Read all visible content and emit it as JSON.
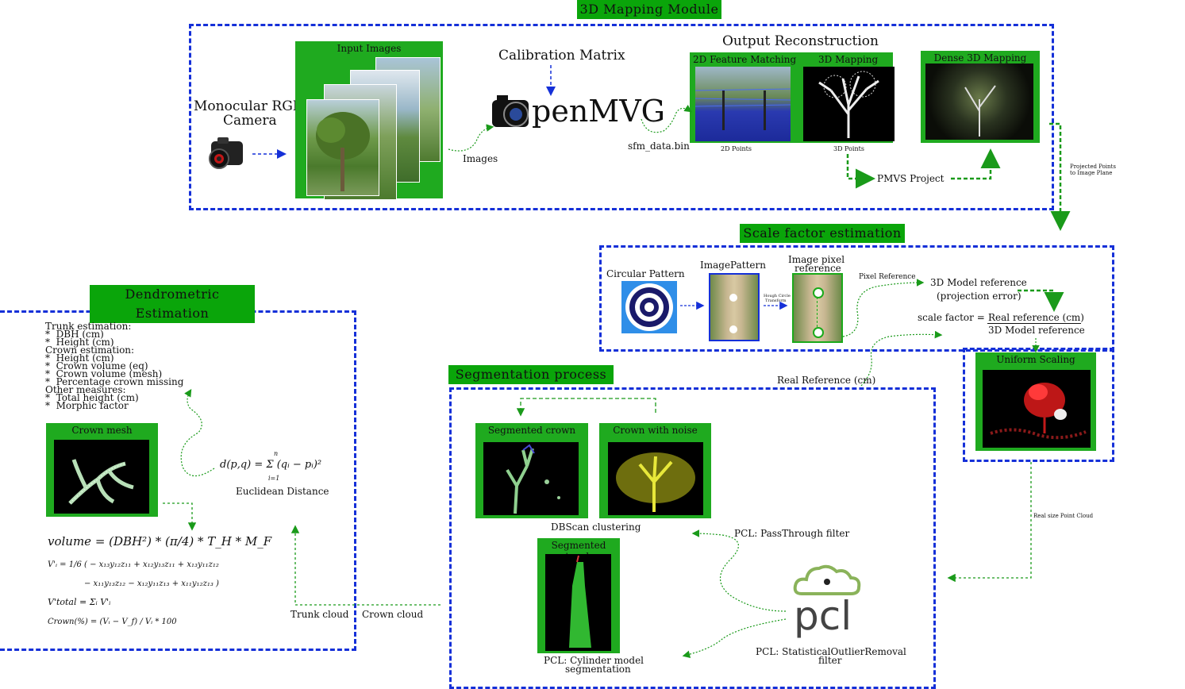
{
  "modules": {
    "mapping": {
      "title": "3D Mapping Module"
    },
    "scale": {
      "title": "Scale factor estimation"
    },
    "dendro": {
      "title": "Dendrometric Estimation"
    },
    "segmentation": {
      "title": "Segmentation process"
    }
  },
  "mapping": {
    "camera_label_line1": "Monocular RGB",
    "camera_label_line2": "Camera",
    "input_images_title": "Input Images",
    "images_label": "Images",
    "calibration_label": "Calibration Matrix",
    "openmvg_logo": "penMVG",
    "sfm_label": "sfm_data.bin",
    "output_title": "Output Reconstruction",
    "feature_matching_title": "2D Feature Matching",
    "mapping_3d_title": "3D Mapping",
    "dense_title": "Dense 3D Mapping",
    "points_2d": "2D Points",
    "points_3d": "3D Points",
    "pmvs_label": "PMVS Project",
    "projected_line1": "Projected Points",
    "projected_line2": "to Image Plane"
  },
  "scale": {
    "circular_pattern": "Circular Pattern",
    "image_pattern": "ImagePattern",
    "pixel_ref_line1": "Image pixel",
    "pixel_ref_line2": "reference",
    "hough_line1": "Hough Circle",
    "hough_line2": "Transform",
    "pixel_reference": "Pixel Reference",
    "model_ref_line1": "3D Model reference",
    "model_ref_line2": "(projection error)",
    "scale_formula_lhs": "scale factor =",
    "scale_formula_num": "Real reference (cm)",
    "scale_formula_den": "3D Model reference",
    "uniform_scaling": "Uniform Scaling",
    "real_size_label": "Real size Point Cloud",
    "real_reference": "Real Reference (cm)"
  },
  "dendro": {
    "list": [
      "Trunk estimation:",
      "*  DBH (cm)",
      "*  Height (cm)",
      "Crown estimation:",
      "*  Height (cm)",
      "*  Crown volume (eq)",
      "*  Crown volume (mesh)",
      "*  Percentage crown missing",
      "Other measures:",
      "*  Total height (cm)",
      "*  Morphic factor"
    ],
    "crown_mesh": "Crown mesh",
    "euclid_formula": "d(p,q) = Σ (qᵢ − pᵢ)²",
    "euclid_sum_top": "n",
    "euclid_sum_bottom": "i=1",
    "euclidean_label": "Euclidean Distance",
    "volume_formula": "volume = (DBH²) * (π/4) * T_H * M_F",
    "vi_line1": "V'ᵢ = 1/6 ( − x₁₃y₁₂z₁₁ + x₁₂y₁₃z₁₁ + x₁₃y₁₁z₁₂",
    "vi_line2": "− x₁₁y₁₃z₁₂ − x₁₂y₁₁z₁₃ + x₁₁y₁₂z₁₃ )",
    "vtotal": "V'total = Σᵢ V'ᵢ",
    "crown_pct": "Crown(%) = (Vᵢ − V_f) / Vᵢ * 100",
    "trunk_cloud": "Trunk cloud",
    "crown_cloud": "Crown cloud"
  },
  "segmentation": {
    "segmented_crown": "Segmented crown",
    "crown_with_noise": "Crown with noise",
    "dbscan": "DBScan clustering",
    "segmented_trunk": "Segmented trunk",
    "cylinder_line1": "PCL: Cylinder model",
    "cylinder_line2": "segmentation",
    "passthrough": "PCL: PassThrough filter",
    "outlier_line1": "PCL: StatisticalOutlierRemoval",
    "outlier_line2": "filter",
    "pcl_logo": "pcl"
  },
  "colors": {
    "module_border": "#1530d8",
    "badge": "#0aa50a",
    "panel": "#1faa1f",
    "arrow_green": "#1a9a1a",
    "arrow_blue": "#1530d8"
  }
}
